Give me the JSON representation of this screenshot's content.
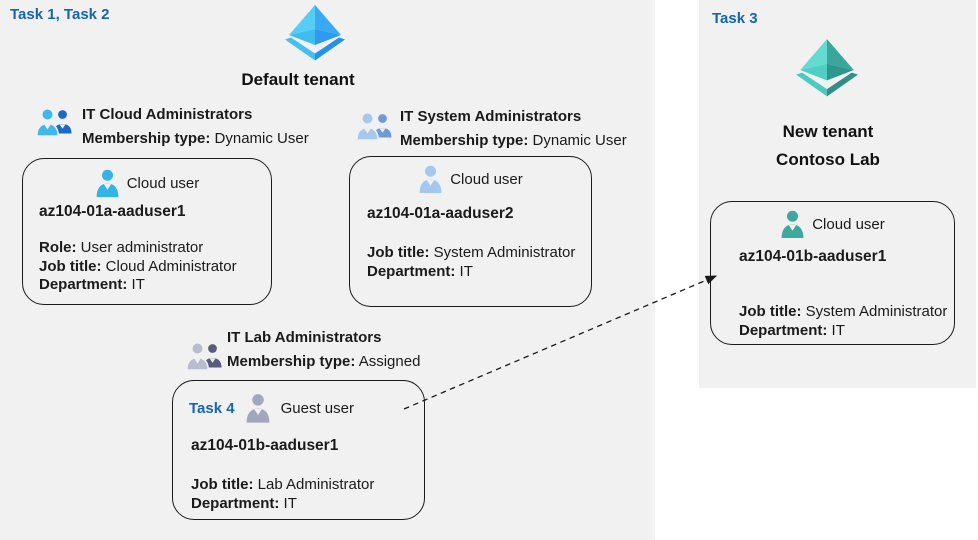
{
  "colors": {
    "page_bg": "#ffffff",
    "panel_bg": "#f1f1f1",
    "task_label_blue": "#1765ac",
    "card_border": "#1b1b1b",
    "text": "#1a1a1a",
    "cloud_user_cyan": "#33b4e7",
    "cloud_user_lightblue": "#a5c8ef",
    "guest_user_gray": "#a2a7bc",
    "cloud_user_teal": "#3fa89e",
    "tenant_icon_blue": "#2e9bf0",
    "tenant_icon_teal": "#3ba69b"
  },
  "icons": {
    "default_tenant": "azure-ad-tenant-icon (blue pyramid)",
    "new_tenant": "azure-ad-tenant-icon (teal pyramid)",
    "group": "two-users-group-icon",
    "cloud_user": "single-user-icon",
    "guest_user": "single-user-icon (gray)"
  },
  "default_tenant": {
    "task_label": "Task 1, Task 2",
    "name": "Default tenant",
    "groups": [
      {
        "name": "IT Cloud Administrators",
        "membership_label": "Membership type:",
        "membership_value": "Dynamic User"
      },
      {
        "name": "IT System Administrators",
        "membership_label": "Membership type:",
        "membership_value": "Dynamic User"
      },
      {
        "name": "IT Lab Administrators",
        "membership_label": "Membership type:",
        "membership_value": "Assigned"
      }
    ],
    "users": [
      {
        "type_label": "Cloud user",
        "name": "az104-01a-aaduser1",
        "role_label": "Role:",
        "role": "User administrator",
        "job_label": "Job title:",
        "job": "Cloud Administrator",
        "dept_label": "Department:",
        "dept": "IT"
      },
      {
        "type_label": "Cloud user",
        "name": "az104-01a-aaduser2",
        "job_label": "Job title:",
        "job": "System Administrator",
        "dept_label": "Department:",
        "dept": "IT"
      },
      {
        "task_label": "Task 4",
        "type_label": "Guest user",
        "name": "az104-01b-aaduser1",
        "job_label": "Job title:",
        "job": "Lab Administrator",
        "dept_label": "Department:",
        "dept": "IT"
      }
    ]
  },
  "new_tenant": {
    "task_label": "Task 3",
    "name_line1": "New tenant",
    "name_line2": "Contoso Lab",
    "user": {
      "type_label": "Cloud user",
      "name": "az104-01b-aaduser1",
      "job_label": "Job title:",
      "job": "System Administrator",
      "dept_label": "Department:",
      "dept": "IT"
    }
  },
  "arrow": {
    "style": "dashed",
    "from": "guest-user-card",
    "to": "new-tenant-cloud-user-card"
  }
}
